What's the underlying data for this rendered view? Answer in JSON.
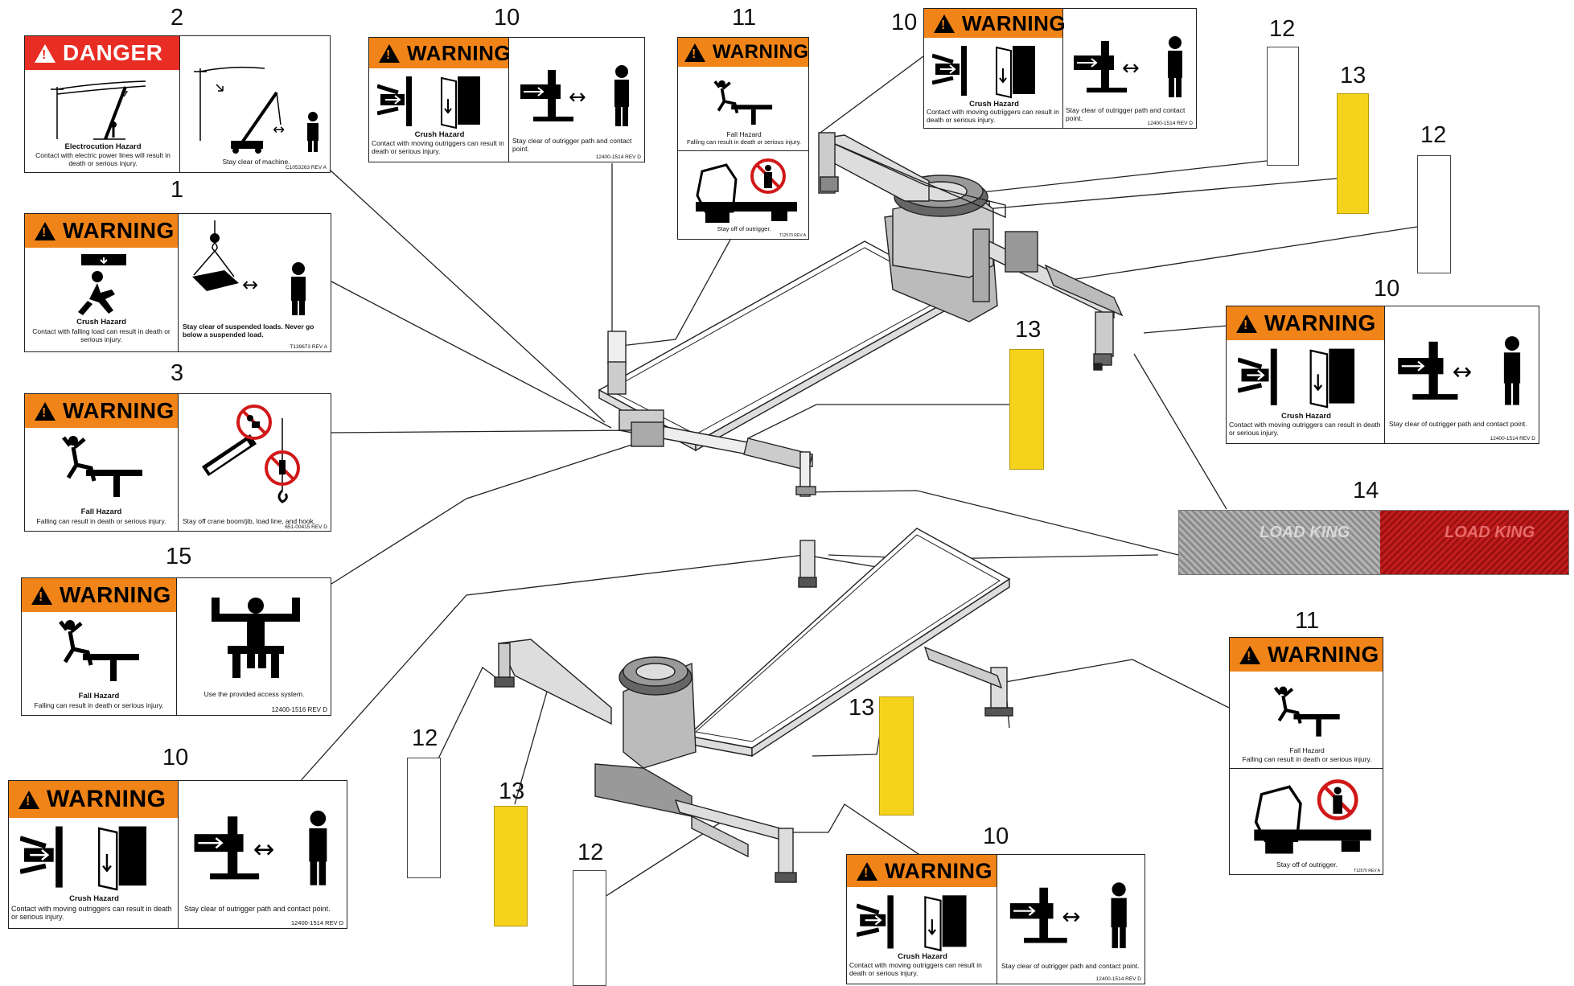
{
  "callouts": {
    "c2": "2",
    "c1": "1",
    "c3": "3",
    "c15": "15",
    "c10a": "10",
    "c11a": "11",
    "c10b": "10",
    "c12a": "12",
    "c13a": "13",
    "c12b": "12",
    "c10c": "10",
    "c13b": "13",
    "c14": "14",
    "c11b": "11",
    "c10d": "10",
    "c12c": "12",
    "c13c": "13",
    "c13d": "13",
    "c12d": "12",
    "c10e": "10"
  },
  "labels": {
    "danger": "DANGER",
    "warning": "WARNING",
    "electrocution_title": "Electrocution Hazard",
    "electrocution_text": "Contact with electric power lines will result in death or serious injury.",
    "electrocution_right": "Stay clear of machine.",
    "electrocution_code": "C1053263 REV A",
    "crush_title": "Crush Hazard",
    "falling_load_text": "Contact with falling load can result in death or serious injury.",
    "falling_load_right": "Stay clear of suspended loads. Never go below a suspended load.",
    "falling_load_code": "T139673 REV A",
    "fall_title": "Fall Hazard",
    "fall_text": "Falling can result in death or serious injury.",
    "boom_right": "Stay off crane boom/jib, load line, and  hook.",
    "boom_code": "651-00415 REV D",
    "access_right": "Use the provided access system.",
    "access_code": "12400-1516 REV D",
    "outrigger_text": "Contact with moving outriggers can result in death or serious injury.",
    "outrigger_right": "Stay clear of outrigger path and contact point.",
    "outrigger_code": "12400-1514 REV D",
    "stayoff_text": "Stay off of outrigger.",
    "stayoff_code": "T12570 REV A"
  },
  "tape": {
    "logo_text": "LOAD KING"
  },
  "colors": {
    "warning": "#f08418",
    "danger": "#e82d24",
    "yellow_strip": "#f5d21c",
    "tape_red": "#b51818",
    "tape_silver": "#a8a8a8"
  }
}
